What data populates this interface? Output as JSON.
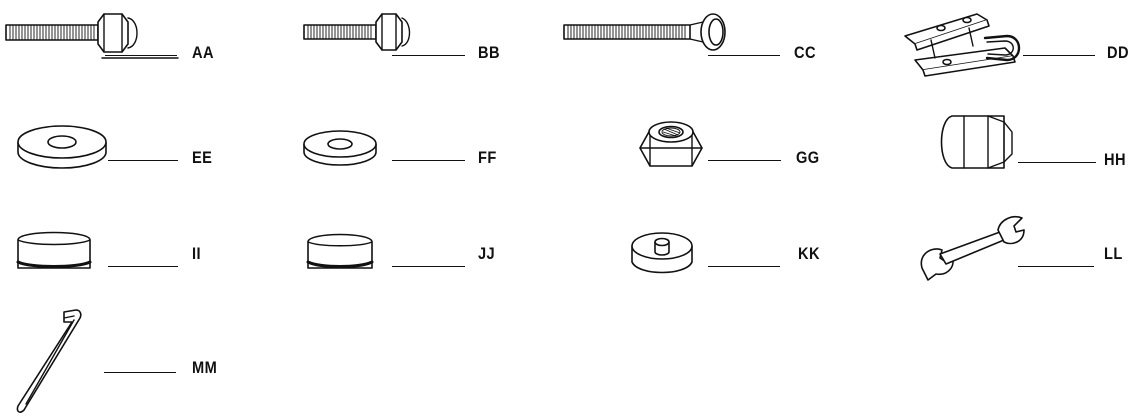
{
  "parts": [
    {
      "code": "AA",
      "icon": "long-hex-bolt-icon"
    },
    {
      "code": "BB",
      "icon": "short-hex-bolt-icon"
    },
    {
      "code": "CC",
      "icon": "carriage-bolt-icon"
    },
    {
      "code": "DD",
      "icon": "u-bolt-clamp-plates-icon"
    },
    {
      "code": "EE",
      "icon": "large-flat-washer-icon"
    },
    {
      "code": "FF",
      "icon": "small-flat-washer-icon"
    },
    {
      "code": "GG",
      "icon": "hex-lock-nut-icon"
    },
    {
      "code": "HH",
      "icon": "acorn-cap-nut-icon"
    },
    {
      "code": "II",
      "icon": "large-end-cap-icon"
    },
    {
      "code": "JJ",
      "icon": "small-end-cap-icon"
    },
    {
      "code": "KK",
      "icon": "rubber-foot-icon"
    },
    {
      "code": "LL",
      "icon": "open-end-wrench-icon"
    },
    {
      "code": "MM",
      "icon": "allen-key-icon"
    }
  ]
}
